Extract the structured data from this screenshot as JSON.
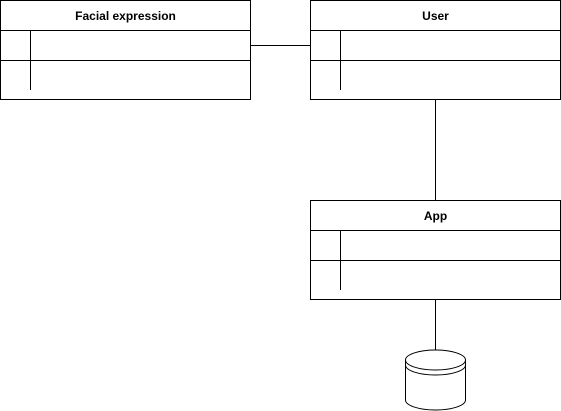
{
  "diagram": {
    "entities": {
      "facial_expression": {
        "title": "Facial expression"
      },
      "user": {
        "title": "User"
      },
      "app": {
        "title": "App"
      }
    },
    "connections": [
      {
        "from": "facial_expression",
        "to": "user"
      },
      {
        "from": "user",
        "to": "app"
      },
      {
        "from": "app",
        "to": "database"
      }
    ],
    "stroke_color": "#000000",
    "fill_color": "#ffffff",
    "database_icon": "cylinder-database-icon"
  }
}
